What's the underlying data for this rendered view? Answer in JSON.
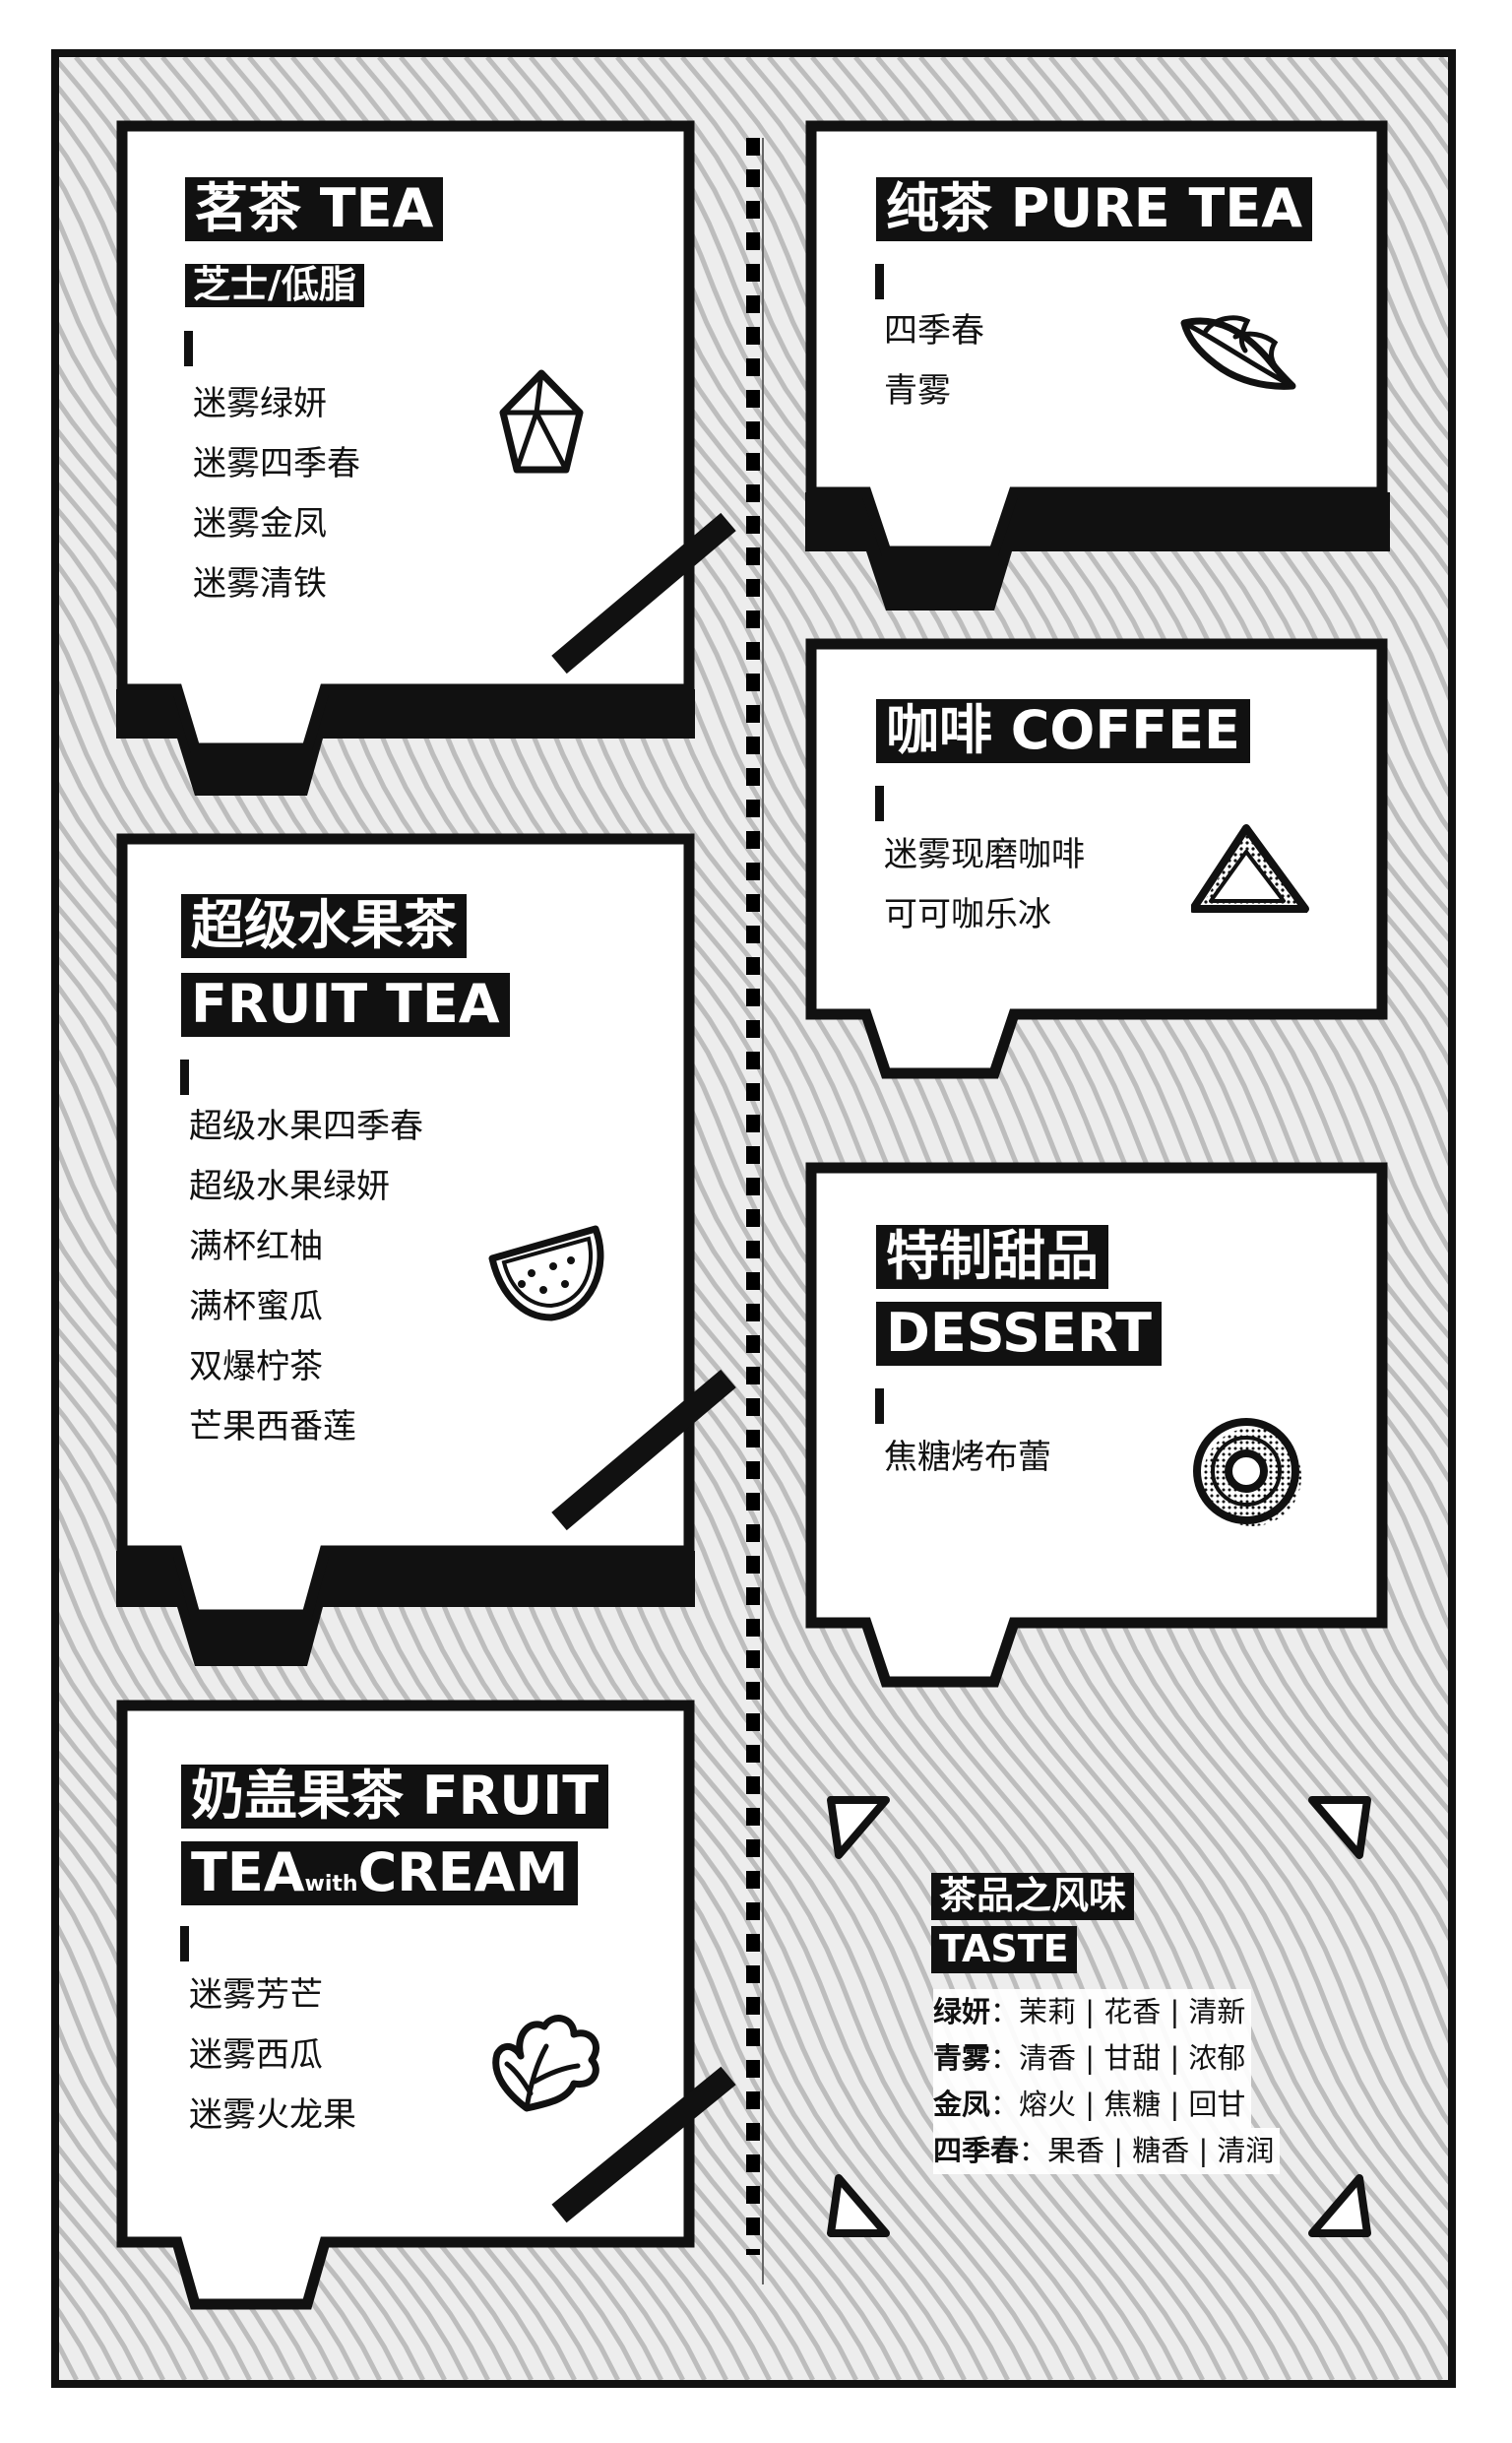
{
  "sections": {
    "tea": {
      "title": "茗茶 TEA",
      "subtitle": "芝士/低脂",
      "items": [
        "迷雾绿妍",
        "迷雾四季春",
        "迷雾金凤",
        "迷雾清铁"
      ],
      "icon": "tea-gem-icon"
    },
    "fruit_tea": {
      "title_cn": "超级水果茶",
      "title_en": "FRUIT TEA",
      "items": [
        "超级水果四季春",
        "超级水果绿妍",
        "满杯红柚",
        "满杯蜜瓜",
        "双爆柠茶",
        "芒果西番莲"
      ],
      "icon": "watermelon-icon"
    },
    "cream_tea": {
      "title_line1": "奶盖果茶 FRUIT",
      "title_tea": "TEA",
      "title_with": "with",
      "title_cream": "CREAM",
      "items": [
        "迷雾芳芒",
        "迷雾西瓜",
        "迷雾火龙果"
      ],
      "icon": "flower-leaf-icon"
    },
    "pure_tea": {
      "title": "纯茶 PURE TEA",
      "items": [
        "四季春",
        "青雾"
      ],
      "icon": "tea-leaf-icon"
    },
    "coffee": {
      "title": "咖啡 COFFEE",
      "items": [
        "迷雾现磨咖啡",
        "可可咖乐冰"
      ],
      "icon": "triangle-icon"
    },
    "dessert": {
      "title_cn": "特制甜品",
      "title_en": "DESSERT",
      "items": [
        "焦糖烤布蕾"
      ],
      "icon": "donut-icon"
    }
  },
  "taste": {
    "title_cn": "茶品之风味",
    "title_en": "TASTE",
    "rows": [
      {
        "name": "绿妍",
        "notes": "：茉莉 | 花香 | 清新"
      },
      {
        "name": "青雾",
        "notes": "：清香 | 甘甜 | 浓郁"
      },
      {
        "name": "金凤",
        "notes": "：熔火 | 焦糖 | 回甘"
      },
      {
        "name": "四季春",
        "notes": "：果香 | 糖香 | 清润"
      }
    ]
  },
  "colors": {
    "ink": "#111111",
    "paper": "#ffffff",
    "background": "#ededed",
    "wave": "#bdbdbd"
  }
}
